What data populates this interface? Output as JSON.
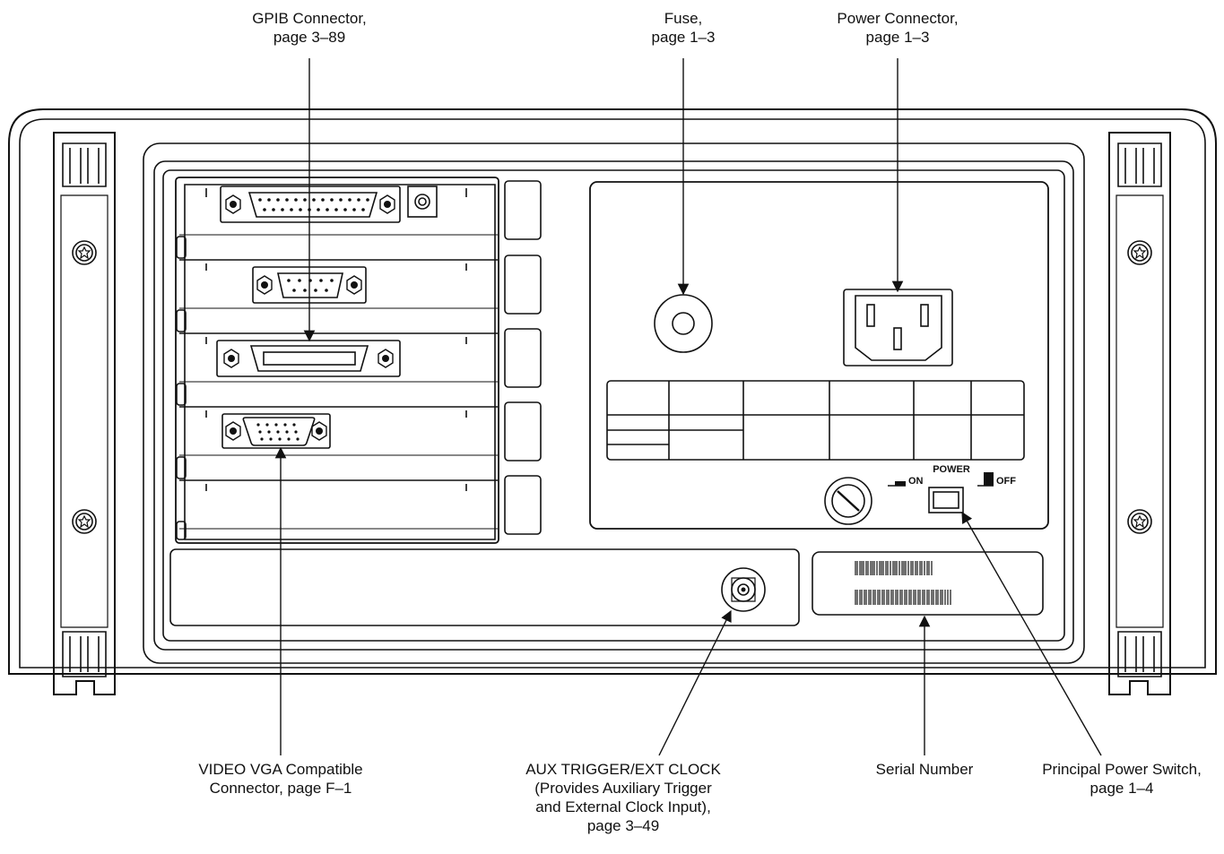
{
  "callouts": {
    "gpib": {
      "line1": "GPIB Connector,",
      "line2": "page 3–89"
    },
    "fuse": {
      "line1": "Fuse,",
      "line2": "page 1–3"
    },
    "power_connector": {
      "line1": "Power Connector,",
      "line2": "page 1–3"
    },
    "video": {
      "line1": "VIDEO VGA Compatible",
      "line2": "Connector, page F–1"
    },
    "aux": {
      "line1": "AUX TRIGGER/EXT CLOCK",
      "line2": "(Provides Auxiliary Trigger",
      "line3": "and External Clock Input),",
      "line4": "page 3–49"
    },
    "serial": {
      "line1": "Serial Number"
    },
    "power_switch": {
      "line1": "Principal Power Switch,",
      "line2": "page 1–4"
    }
  },
  "panel_labels": {
    "power": "POWER",
    "on": "ON",
    "off": "OFF"
  },
  "colors": {
    "line": "#111111",
    "background": "#ffffff"
  }
}
